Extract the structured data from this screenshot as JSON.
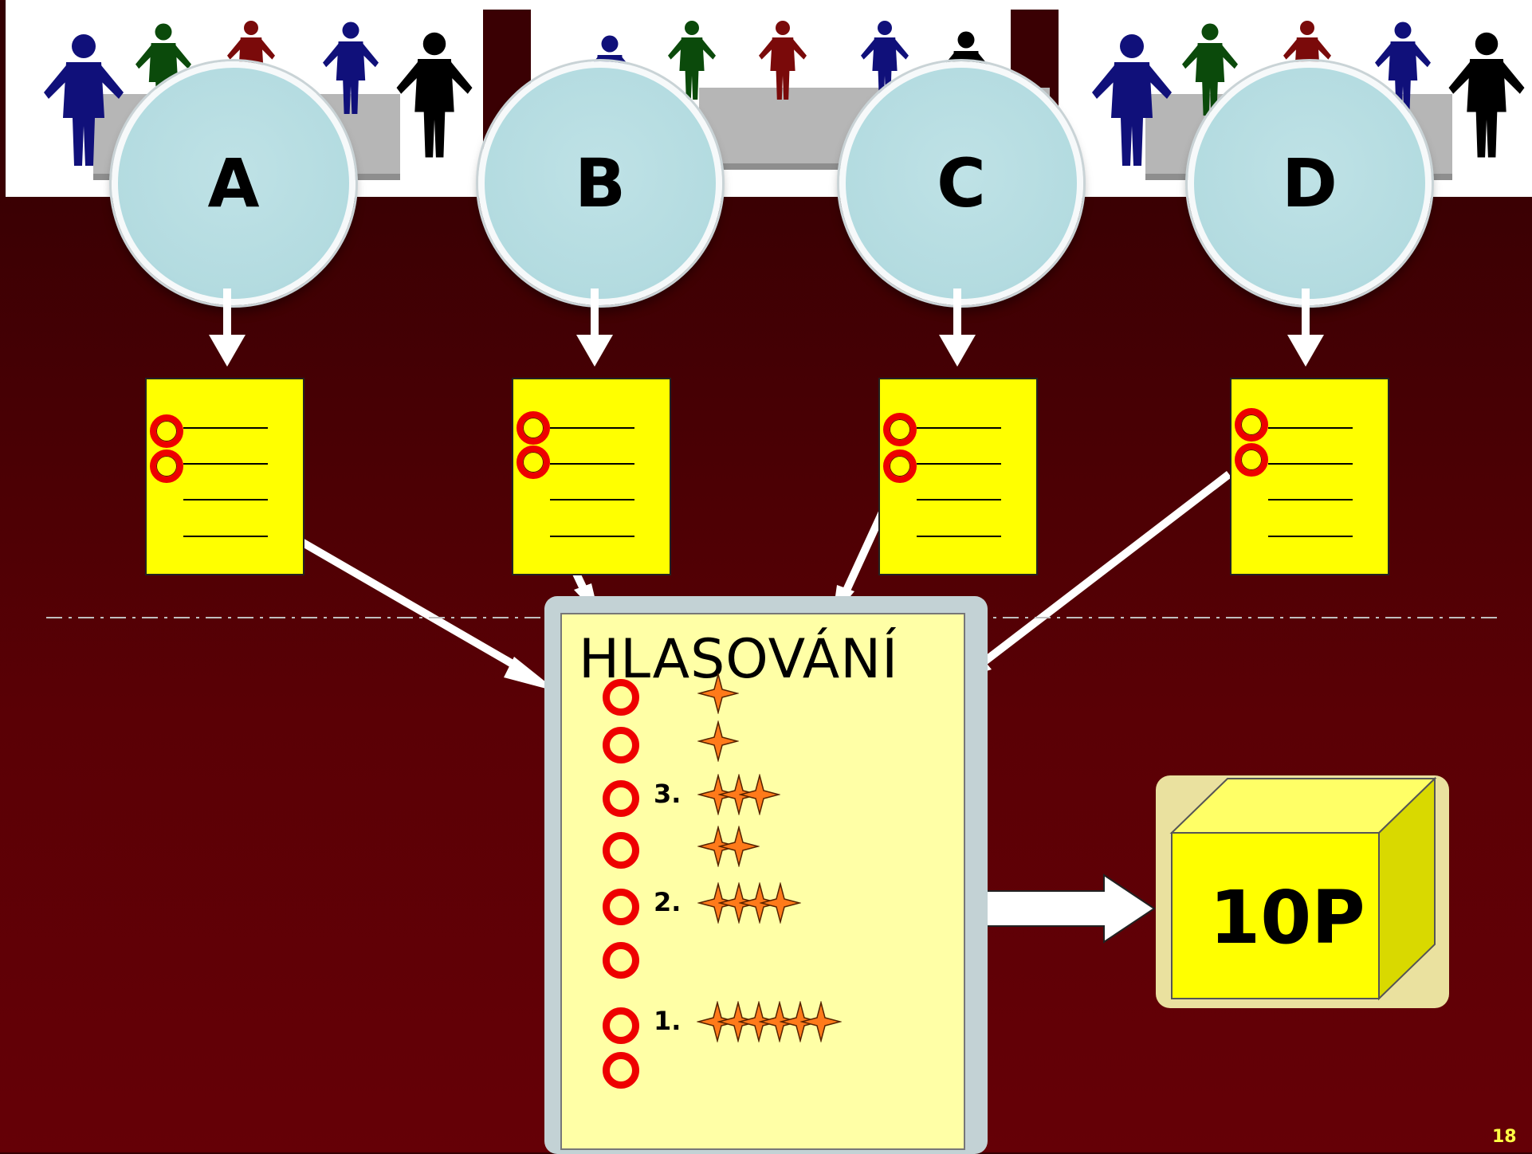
{
  "participants": [
    {
      "label": "A"
    },
    {
      "label": "B"
    },
    {
      "label": "C"
    },
    {
      "label": "D"
    }
  ],
  "ballot": {
    "title": "HLASOVÁNÍ",
    "rows": [
      {
        "rank": "",
        "stars": 1
      },
      {
        "rank": "",
        "stars": 1
      },
      {
        "rank": "3.",
        "stars": 3
      },
      {
        "rank": "",
        "stars": 2
      },
      {
        "rank": "2.",
        "stars": 4
      },
      {
        "rank": "",
        "stars": 0
      },
      {
        "rank": "1.",
        "stars": 6
      },
      {
        "rank": "",
        "stars": 0
      }
    ]
  },
  "result_box": {
    "label": "10P"
  },
  "slide_number": "18",
  "colors": {
    "background_top": "#330002",
    "background_bottom": "#650006",
    "circle_fill": "#b3dbe0",
    "page_fill": "#ffff00",
    "ring_color": "#ee0000",
    "ballot_fill": "#ffffa6",
    "star_fill": "#ff7a1a",
    "box_fill": "#ffff00",
    "slide_number_color": "#ffff44"
  },
  "icons": {
    "people": "meeting-people-icon",
    "star": "four-point-star-icon",
    "ring": "bullet-ring-icon",
    "box": "3d-box-icon"
  }
}
